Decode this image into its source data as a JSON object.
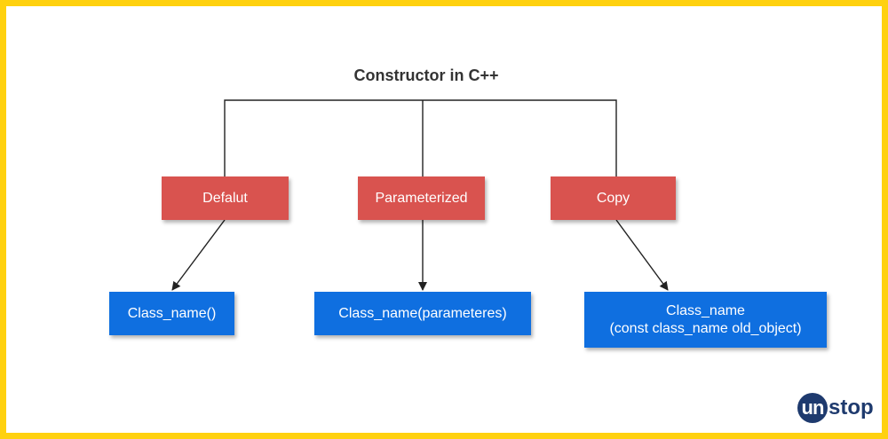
{
  "title": "Constructor in C++",
  "types": [
    {
      "label": "Defalut"
    },
    {
      "label": "Parameterized"
    },
    {
      "label": "Copy"
    }
  ],
  "syntax": [
    {
      "line1": "Class_name()",
      "line2": ""
    },
    {
      "line1": "Class_name(parameteres)",
      "line2": ""
    },
    {
      "line1": "Class_name",
      "line2": "(const class_name old_object)"
    }
  ],
  "logo": {
    "circle": "un",
    "rest": "stop"
  },
  "colors": {
    "frame": "#FFD10F",
    "type_box": "#D9534F",
    "syntax_box": "#0F6FE0",
    "logo": "#1E3A6E",
    "line": "#222222"
  }
}
